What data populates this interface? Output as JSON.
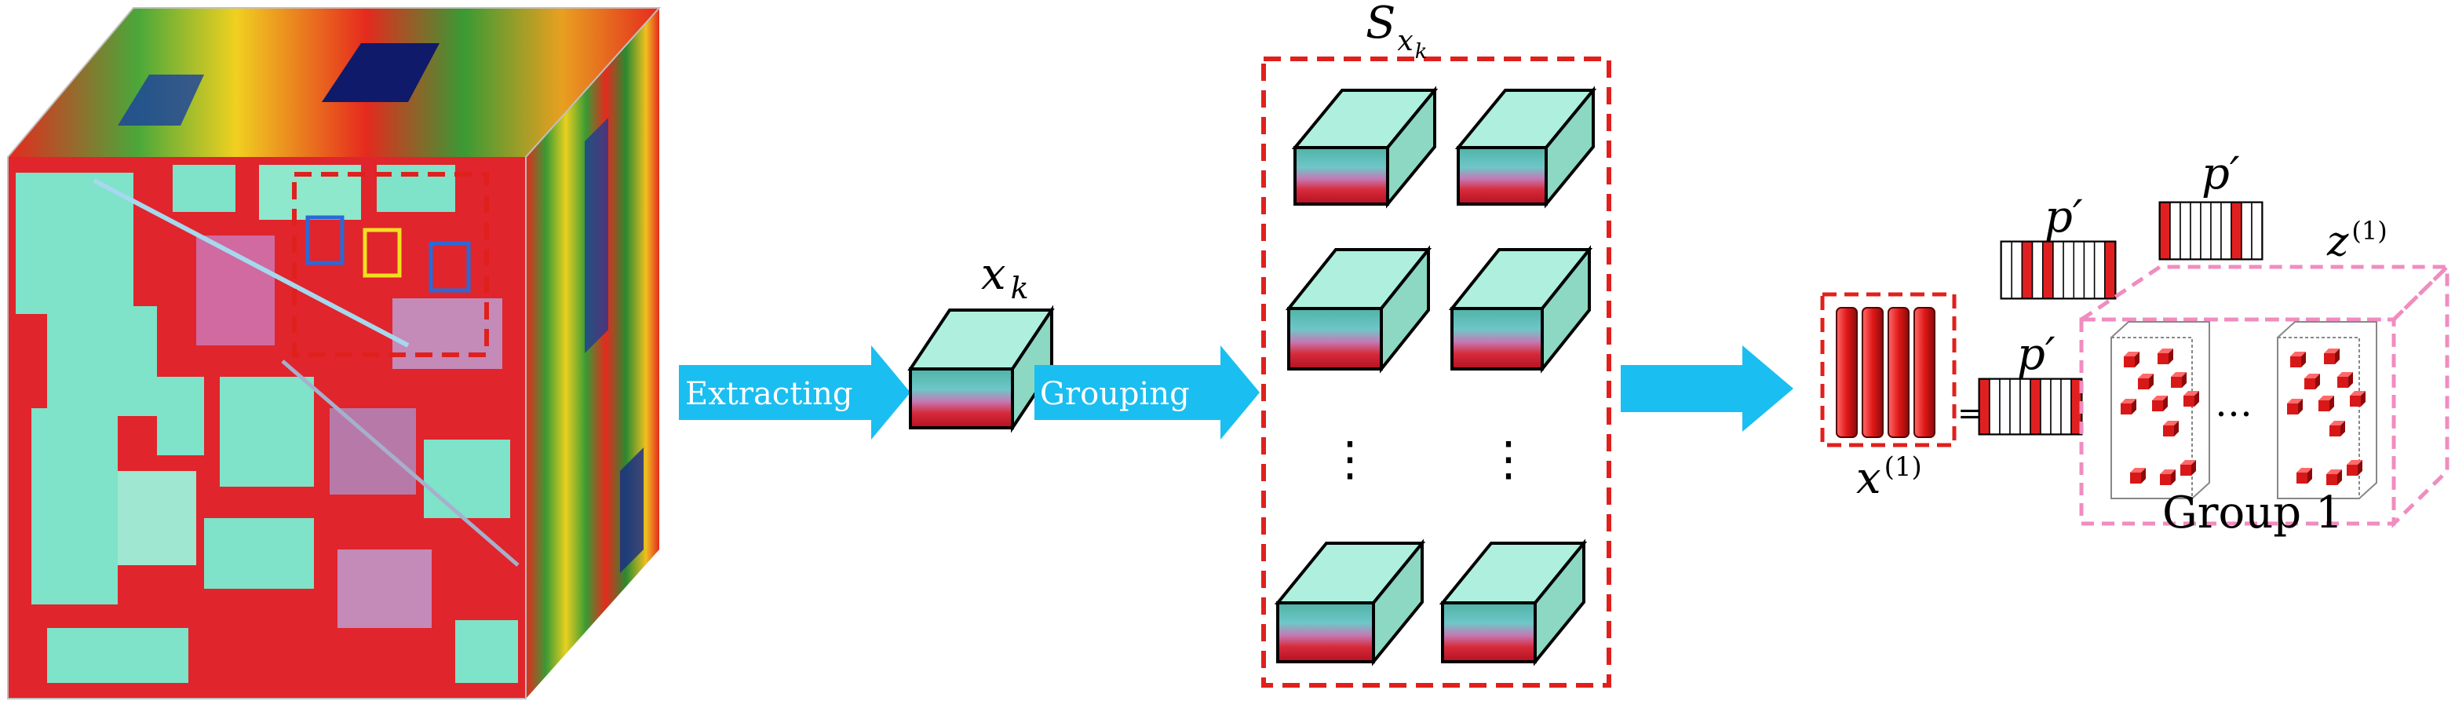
{
  "labels": {
    "extracting": "Extracting",
    "grouping": "Grouping",
    "xk_main": "x",
    "xk_sub": "k",
    "s_main": "S",
    "s_sub1": "x",
    "s_sub2": "k",
    "p_prime": "p′",
    "z_main": "z",
    "z_sup": "(1)",
    "x1_main": "x",
    "x1_sup": "(1)",
    "equals": "=",
    "ellipsis_h": "…",
    "ellipsis_v": "⋮",
    "group": "Group 1"
  },
  "colors": {
    "arrow": "#1bbef0",
    "dash_red": "#e0201c",
    "dash_pink": "#f08cc0",
    "cube_face": "#9fe6d4",
    "cube_side": "#8cd8c2",
    "hsi_red": "#e4282e",
    "hsi_mint": "#7ee3c8",
    "bar_red": "#e02020"
  }
}
